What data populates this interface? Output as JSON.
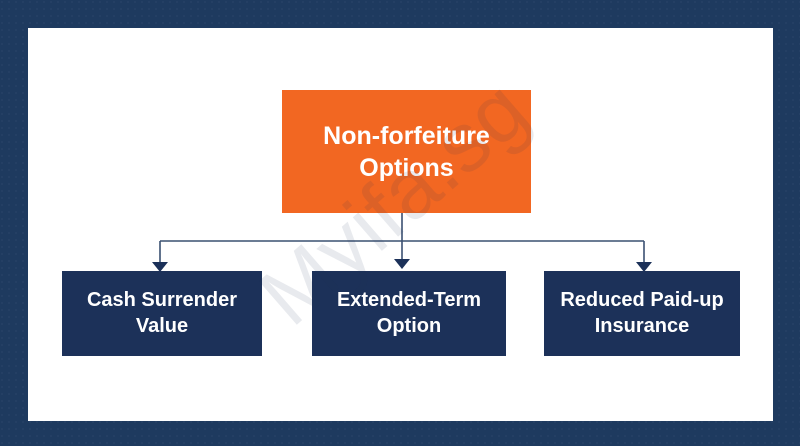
{
  "diagram": {
    "title": "Non-forfeiture Options",
    "type": "org-chart",
    "root": {
      "label": "Non-forfeiture Options",
      "fill": "#f26722",
      "text_color": "#ffffff"
    },
    "children": [
      {
        "label": "Cash Surrender Value",
        "fill": "#1c3159",
        "text_color": "#ffffff"
      },
      {
        "label": "Extended-Term Option",
        "fill": "#1c3159",
        "text_color": "#ffffff"
      },
      {
        "label": "Reduced Paid-up Insurance",
        "fill": "#1c3159",
        "text_color": "#ffffff"
      }
    ],
    "connector_color": "#1c3159",
    "frame_color": "#1e3a5f",
    "canvas_color": "#ffffff"
  },
  "watermark": {
    "text": "Myifa.sg"
  }
}
